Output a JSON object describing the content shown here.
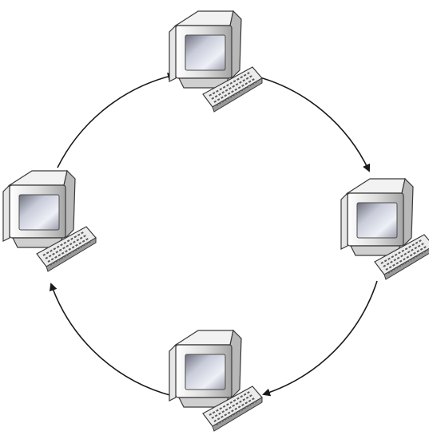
{
  "diagram": {
    "topology": "ring",
    "direction": "clockwise",
    "nodes": [
      {
        "id": "top",
        "icon": "desktop-computer-icon"
      },
      {
        "id": "right",
        "icon": "desktop-computer-icon"
      },
      {
        "id": "bottom",
        "icon": "desktop-computer-icon"
      },
      {
        "id": "left",
        "icon": "desktop-computer-icon"
      }
    ],
    "links": [
      {
        "from": "top",
        "to": "right"
      },
      {
        "from": "right",
        "to": "bottom"
      },
      {
        "from": "bottom",
        "to": "left"
      },
      {
        "from": "left",
        "to": "top"
      }
    ],
    "colors": {
      "line": "#1a1a1a",
      "monitor_light": "#f4f4f4",
      "monitor_mid": "#cfcfcf",
      "monitor_dark": "#8c8c8c",
      "screen": "#d8dbe8",
      "screen_dark": "#6d6f7c",
      "outline": "#3a3a3a"
    }
  }
}
